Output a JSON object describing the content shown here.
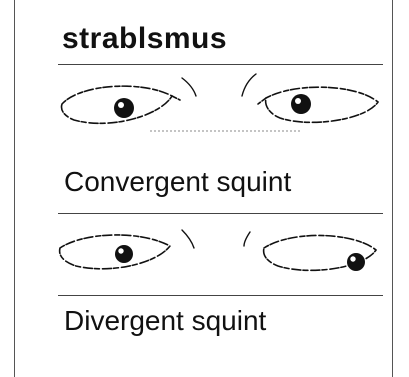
{
  "title": "strablsmus",
  "panels": [
    {
      "caption": "Convergent squint",
      "gaze": "inward"
    },
    {
      "caption": "Divergent squint",
      "gaze": "outward"
    }
  ]
}
